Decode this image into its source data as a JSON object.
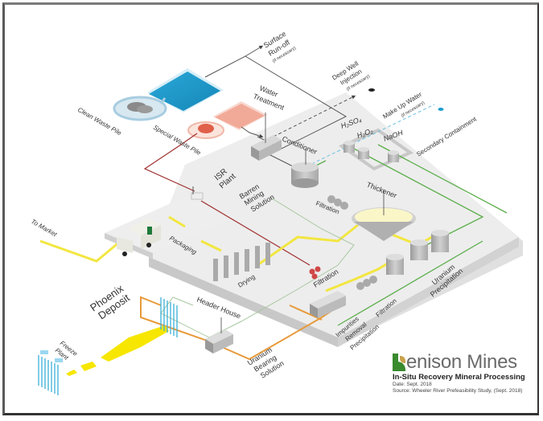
{
  "diagram": {
    "title": "In-Situ Recovery Mineral Processing",
    "company": "enison Mines",
    "date": "Date: Sept. 2018",
    "source": "Source: Wheeler River Prefeasibility Study, (Sept. 2018)",
    "labels": {
      "surface_runoff_1": "Surface",
      "surface_runoff_2": "Run-off",
      "surface_runoff_3": "(if necessary)",
      "deep_well_1": "Deep Well",
      "deep_well_2": "Injection",
      "deep_well_3": "(if necessary)",
      "water_treatment_1": "Water",
      "water_treatment_2": "Treatment",
      "clean_waste": "Clean Waste Pile",
      "special_waste": "Special Waste Pile",
      "make_up_1": "Make Up Water",
      "make_up_2": "(if necessary)",
      "h2so4": "H₂SO₄",
      "h2o2": "H₂O₂",
      "naoh": "NaOH",
      "secondary_containment": "Secondary Containment",
      "conditioner": "Conditioner",
      "isr_1": "ISR",
      "isr_2": "Plant",
      "barren_1": "Barren",
      "barren_2": "Mining",
      "barren_3": "Solution",
      "filtration_top": "Filtration",
      "thickener": "Thickener",
      "to_market": "To Market",
      "packaging": "Packaging",
      "drying": "Drying",
      "filtration_mid": "Filtration",
      "phoenix_1": "Phoenix",
      "phoenix_2": "Deposit",
      "header_house": "Header House",
      "freeze_1": "Freeze",
      "freeze_2": "Plant",
      "uranium_bearing_1": "Uranium",
      "uranium_bearing_2": "Bearing",
      "uranium_bearing_3": "Solution",
      "impurities_1": "Impurities",
      "impurities_2": "Removal",
      "impurities_3": "Precipitation",
      "filtration_low": "Filtration",
      "uranium_precip_1": "Uranium",
      "uranium_precip_2": "Precipitation"
    },
    "colors": {
      "clean_pond": "#1e9ed0",
      "special_pond": "#f0a898",
      "special_pile": "#e0604a",
      "platform": "#ececec",
      "yellow_flow": "#f2e640",
      "orange_flow": "#e89a3a",
      "green_flow": "#5aae4a",
      "red_flow": "#a03030",
      "water_flow": "#3aa8d0",
      "logo_green": "#3a8a2e"
    }
  }
}
